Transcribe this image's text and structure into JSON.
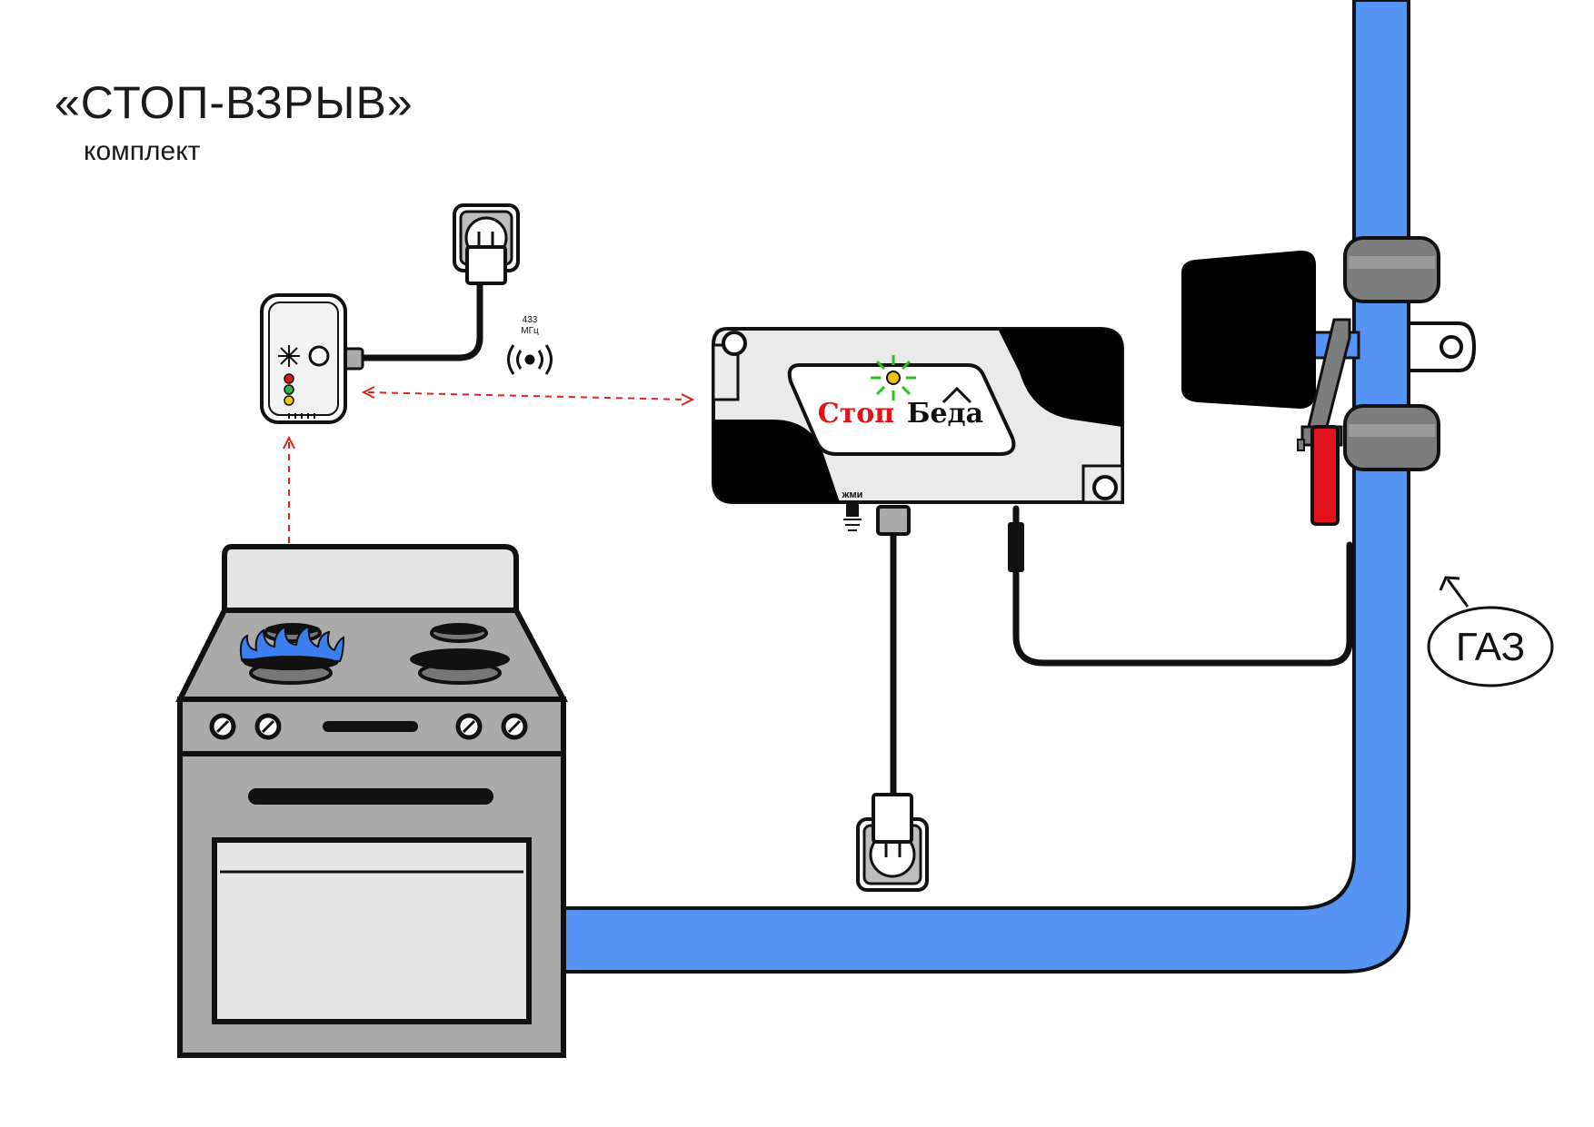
{
  "title": "«СТОП-ВЗРЫВ»",
  "subtitle": "комплект",
  "labels": {
    "frequency_value": "433",
    "frequency_unit": "МГц",
    "controller_brand_left": "Стоп",
    "controller_brand_right": "Беда",
    "controller_button": "жми",
    "gas": "ГАЗ"
  },
  "colors": {
    "pipe": "#5593f4",
    "flame": "#3a7ff0",
    "link": "#e02020",
    "brand_red": "#e3131b",
    "valve_handle": "#e3131b",
    "indicator_green": "#22c51b",
    "indicator_yellow": "#f3c20b",
    "led_red": "#e3131b",
    "led_green": "#33b24a",
    "led_yellow": "#f2c40a"
  }
}
